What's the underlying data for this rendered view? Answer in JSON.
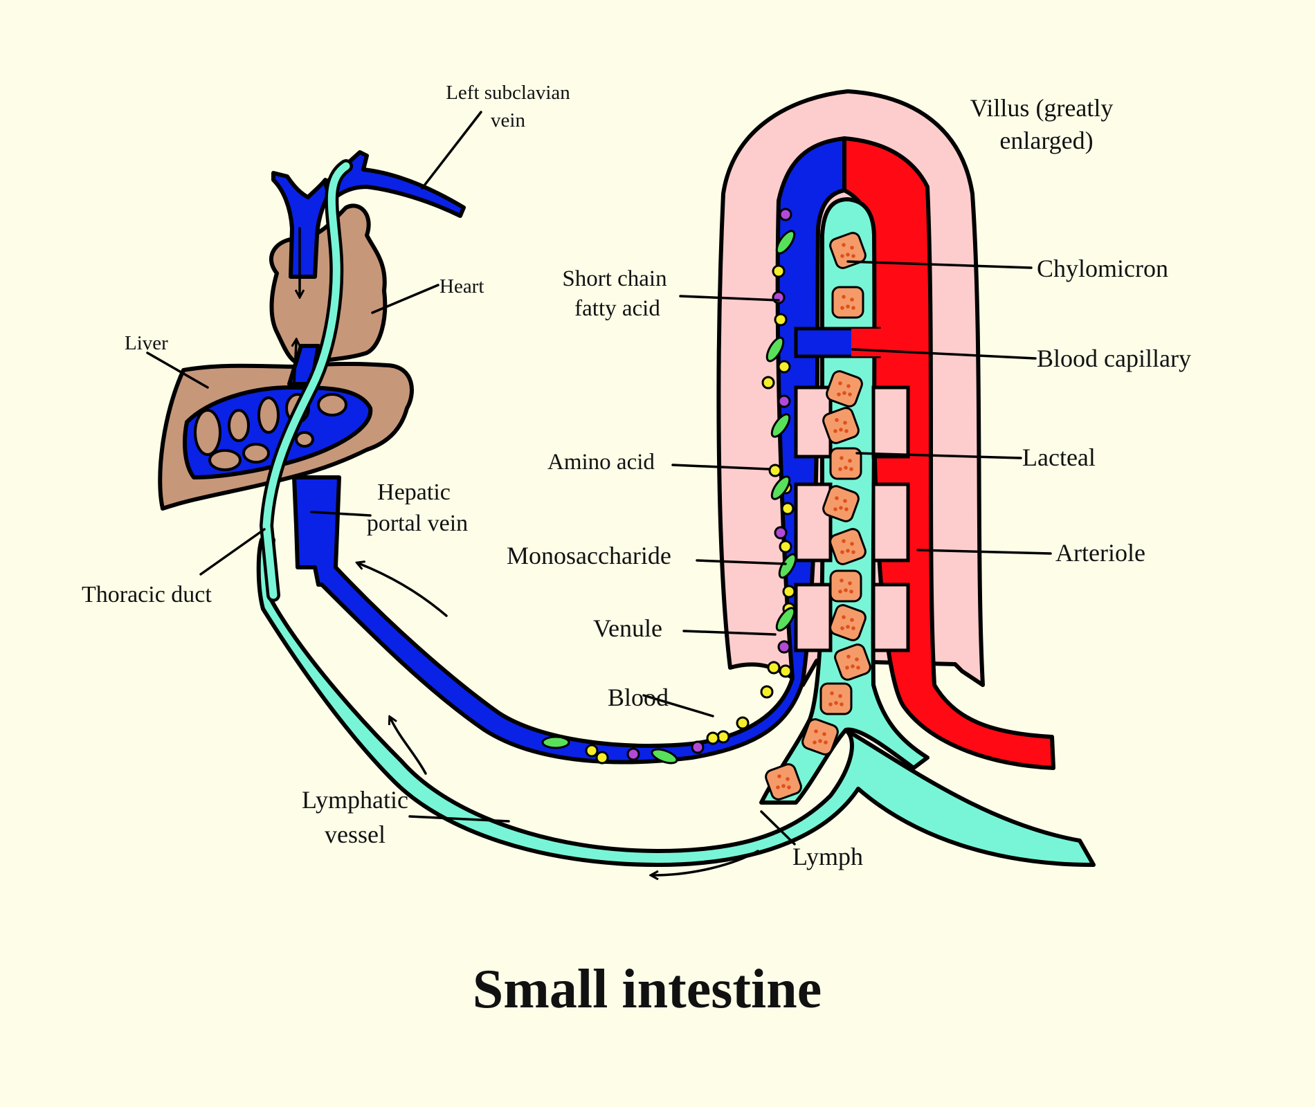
{
  "colors": {
    "background": "#fdfde8",
    "vein": "#0a22e6",
    "artery": "#ff0a14",
    "lymph": "#78f5d6",
    "villus_wall": "#fdcdcd",
    "organ": "#c7977a",
    "chylomicron": "#f59b6a",
    "amino_acid": "#f5ee2a",
    "monosaccharide": "#58e05a",
    "short_chain_fatty_acid": "#b14ad6"
  },
  "labels": {
    "left_subclavian_vein": [
      "Left subclavian",
      "vein"
    ],
    "heart": "Heart",
    "liver": "Liver",
    "hepatic_portal_vein": [
      "Hepatic",
      "portal vein"
    ],
    "thoracic_duct": "Thoracic duct",
    "short_chain_fatty_acid": [
      "Short chain",
      "fatty acid"
    ],
    "amino_acid": "Amino acid",
    "monosaccharide": "Monosaccharide",
    "venule": "Venule",
    "blood": "Blood",
    "lymphatic_vessel": [
      "Lymphatic",
      "vessel"
    ],
    "lymph": "Lymph",
    "villus": [
      "Villus (greatly",
      "enlarged)"
    ],
    "chylomicron": "Chylomicron",
    "blood_capillary": "Blood capillary",
    "lacteal": "Lacteal",
    "arteriole": "Arteriole"
  },
  "title": "Small intestine"
}
